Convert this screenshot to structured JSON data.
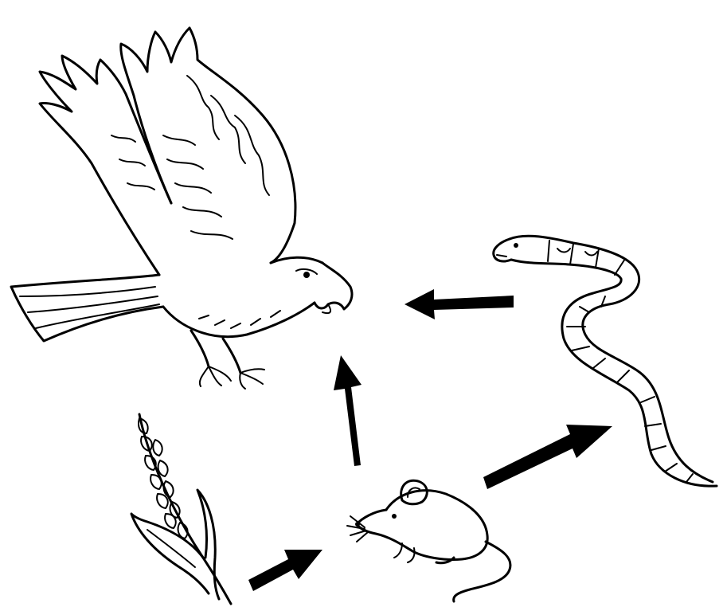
{
  "diagram": {
    "nodes": [
      {
        "id": "hawk",
        "icon": "hawk-icon"
      },
      {
        "id": "snake",
        "icon": "snake-icon"
      },
      {
        "id": "mouse",
        "icon": "mouse-icon"
      },
      {
        "id": "wheat",
        "icon": "wheat-icon"
      }
    ],
    "edges": [
      {
        "from": "wheat",
        "to": "mouse"
      },
      {
        "from": "mouse",
        "to": "hawk"
      },
      {
        "from": "mouse",
        "to": "snake"
      },
      {
        "from": "snake",
        "to": "hawk"
      }
    ]
  }
}
